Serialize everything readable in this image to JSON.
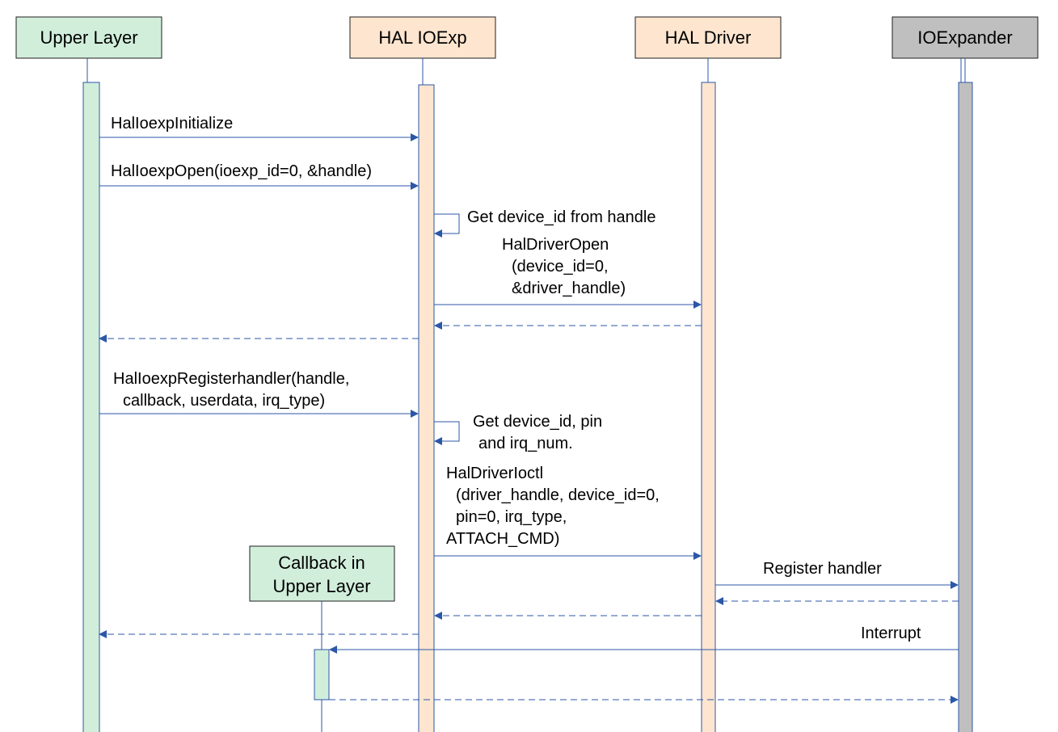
{
  "colors": {
    "upper_fill": "#d1eedb",
    "upper_stroke": "#1f1f1f",
    "hal_fill": "#fde5cf",
    "hal_stroke": "#1f1f1f",
    "ioexp_fill": "#bfbfbf",
    "ioexp_stroke": "#1f1f1f",
    "line": "#2c57a7",
    "text": "#000000"
  },
  "participants": {
    "upper": "Upper Layer",
    "hal_ioexp": "HAL IOExp",
    "hal_driver": "HAL Driver",
    "ioexpander": "IOExpander",
    "callback": [
      "Callback in",
      "Upper Layer"
    ]
  },
  "messages": {
    "init": "HalIoexpInitialize",
    "open": "HalIoexpOpen(ioexp_id=0, &handle)",
    "get_device": "Get device_id from handle",
    "driver_open": [
      "HalDriverOpen",
      "(device_id=0,",
      "&driver_handle)"
    ],
    "register": [
      "HalIoexpRegisterhandler(handle,",
      "callback, userdata, irq_type)"
    ],
    "get_pin": [
      "Get device_id, pin",
      "and irq_num."
    ],
    "ioctl": [
      "HalDriverIoctl",
      "(driver_handle, device_id=0,",
      "pin=0, irq_type,",
      "ATTACH_CMD)"
    ],
    "register_handler": "Register handler",
    "interrupt": "Interrupt"
  }
}
